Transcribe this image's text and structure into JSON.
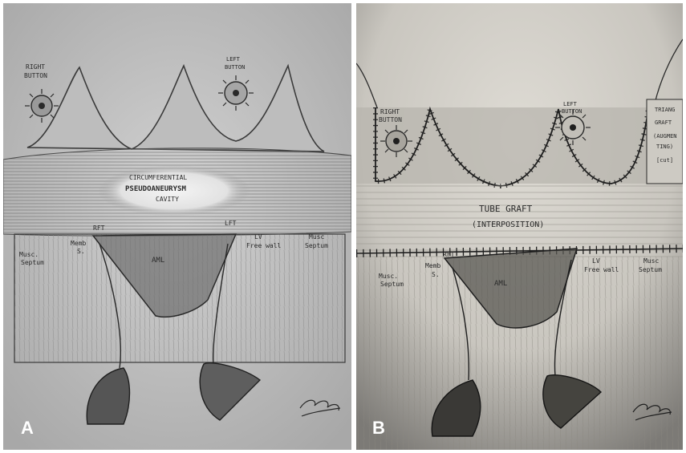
{
  "panel_a": {
    "letter": "A",
    "right_button": [
      "RIGHT",
      "BUTTON"
    ],
    "left_button": [
      "LEFT",
      "BUTTON"
    ],
    "pseudoaneurysm": [
      "CIRCUMFERENTIAL",
      "PSEUDOANEURYSM",
      "CAVITY"
    ],
    "rft": "RFT",
    "lft": "LFT",
    "musc_septum_left": [
      "Musc.",
      "Septum"
    ],
    "memb_s": [
      "Memb",
      "S."
    ],
    "aml": "AML",
    "lv_free_wall": [
      "LV",
      "Free wall"
    ],
    "musc_septum_right": [
      "Musc",
      "Septum"
    ],
    "signature": "signature"
  },
  "panel_b": {
    "letter": "B",
    "right_button": [
      "RIGHT",
      "BUTTON"
    ],
    "left_button": [
      "LEFT",
      "BUTTON"
    ],
    "triangle_graft": [
      "TRIANG",
      "GRAFT",
      "(AUGMEN",
      "TING)",
      "[cut]"
    ],
    "tube_graft": [
      "TUBE GRAFT",
      "(INTERPOSITION)"
    ],
    "rft": "RFT",
    "musc_septum_left": [
      "Musc.",
      "Septum"
    ],
    "memb_s": [
      "Memb",
      "S."
    ],
    "aml": "AML",
    "lv_free_wall": [
      "LV",
      "Free wall"
    ],
    "musc_septum_right": [
      "Musc",
      "Septum"
    ],
    "signature": "signature"
  },
  "colors": {
    "paper_a": "#c9c9c9",
    "paper_b": "#d6d3cc",
    "pencil": "#2a2a2a",
    "label_letter": "#ffffff"
  }
}
